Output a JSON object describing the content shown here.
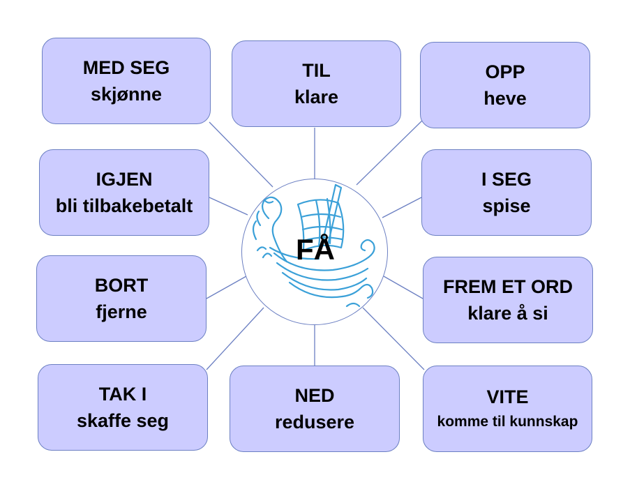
{
  "center": {
    "word": "FÅ",
    "icon": "viking-ship-icon"
  },
  "items": [
    {
      "id": "med-seg",
      "prep": "MED SEG",
      "meaning": "skjønne"
    },
    {
      "id": "til",
      "prep": "TIL",
      "meaning": "klare"
    },
    {
      "id": "opp",
      "prep": "OPP",
      "meaning": "heve"
    },
    {
      "id": "igjen",
      "prep": "IGJEN",
      "meaning": "bli tilbakebetalt"
    },
    {
      "id": "i-seg",
      "prep": "I SEG",
      "meaning": "spise"
    },
    {
      "id": "bort",
      "prep": "BORT",
      "meaning": "fjerne"
    },
    {
      "id": "frem-et-ord",
      "prep": "FREM ET ORD",
      "meaning": "klare å si"
    },
    {
      "id": "tak-i",
      "prep": "TAK I",
      "meaning": "skaffe seg"
    },
    {
      "id": "ned",
      "prep": "NED",
      "meaning": "redusere"
    },
    {
      "id": "vite",
      "prep": "VITE",
      "meaning": "komme til kunnskap"
    }
  ],
  "colors": {
    "box_fill": "#ccccff",
    "box_border": "#6b7fc2",
    "ship": "#3aa0d8"
  }
}
